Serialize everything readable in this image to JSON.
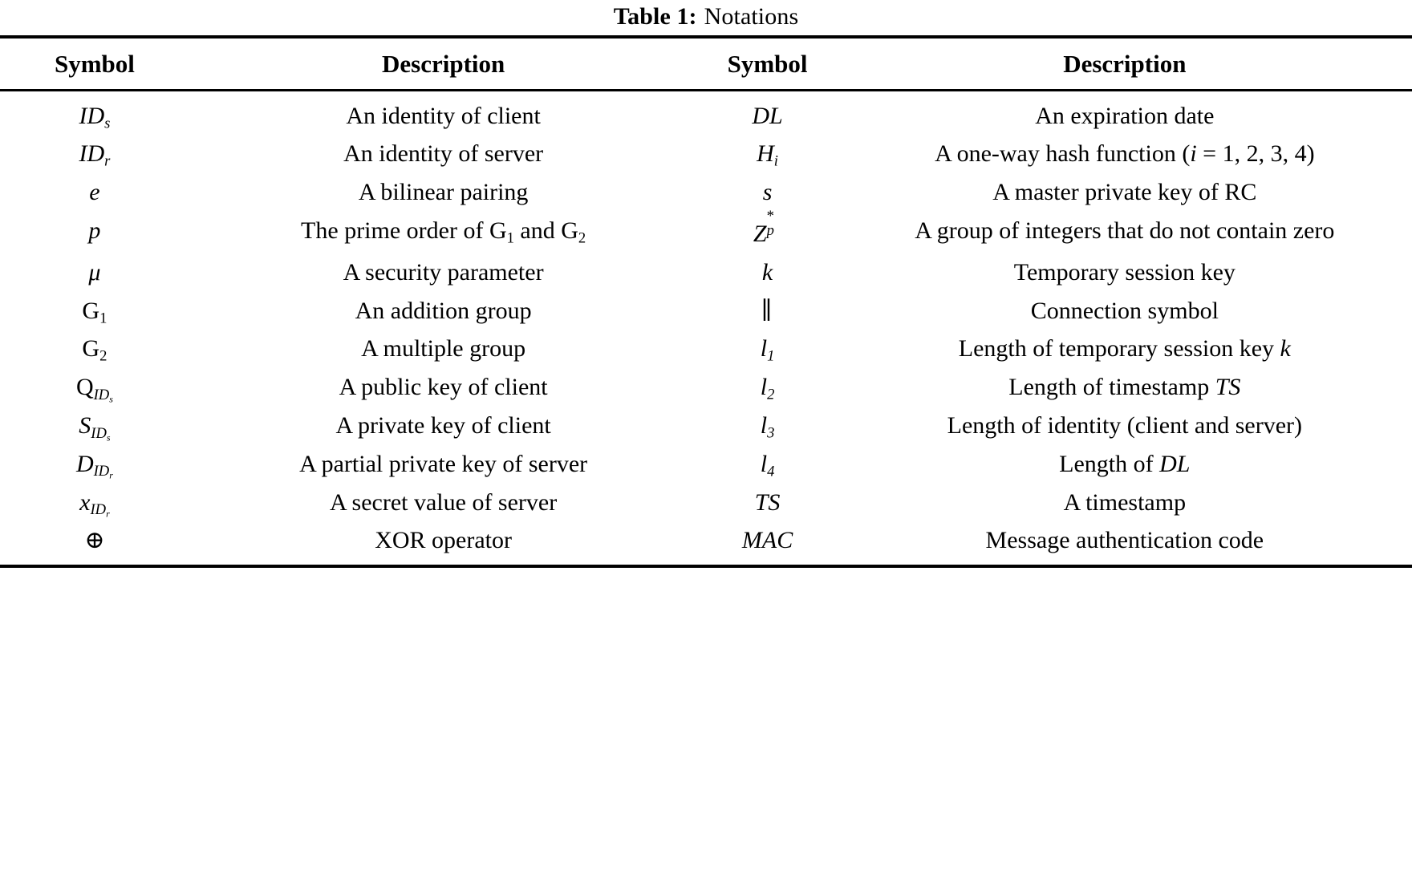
{
  "caption": {
    "label": "Table 1:",
    "text": "Notations"
  },
  "columns": [
    "Symbol",
    "Description",
    "Symbol",
    "Description"
  ],
  "rows": [
    {
      "symbol_left_html": "<span class=\"mi\">ID<sub>s</sub></span>",
      "symbol_left_text": "ID_s",
      "description_left": "An identity of client",
      "symbol_right_html": "<span class=\"mi\">DL</span>",
      "symbol_right_text": "DL",
      "description_right": "An expiration date"
    },
    {
      "symbol_left_html": "<span class=\"mi\">ID<sub>r</sub></span>",
      "symbol_left_text": "ID_r",
      "description_left": "An identity of server",
      "symbol_right_html": "<span class=\"mi\">H<sub>i</sub></span>",
      "symbol_right_text": "H_i",
      "description_right": "A one-way hash function (i = 1, 2, 3, 4)"
    },
    {
      "symbol_left_html": "<span class=\"mi\">e</span>",
      "symbol_left_text": "e",
      "description_left": "A bilinear pairing",
      "symbol_right_html": "<span class=\"mi\">s</span>",
      "symbol_right_text": "s",
      "description_right": "A master private key of RC"
    },
    {
      "symbol_left_html": "<span class=\"mi\">p</span>",
      "symbol_left_text": "p",
      "description_left": "The prime order of G<sub>1</sub> and G<sub>2</sub>",
      "symbol_right_html": "<span class=\"stack\"><span class=\"base mi\">Z</span><span class=\"scripts\"><span class=\"sp\">*</span><span class=\"sb\">p</span></span></span>",
      "symbol_right_text": "Z*_p",
      "description_right": "A group of integers that do not contain zero"
    },
    {
      "symbol_left_html": "<span class=\"mi\">&#956;</span>",
      "symbol_left_text": "μ",
      "description_left": "A security parameter",
      "symbol_right_html": "<span class=\"mi\">k</span>",
      "symbol_right_text": "k",
      "description_right": "Temporary session key"
    },
    {
      "symbol_left_html": "<span class=\"mup\">G<sub>1</sub></span>",
      "symbol_left_text": "G_1",
      "description_left": "An addition group",
      "symbol_right_html": "<span class=\"par\">&#8741;</span>",
      "symbol_right_text": "||",
      "description_right": "Connection symbol"
    },
    {
      "symbol_left_html": "<span class=\"mup\">G<sub>2</sub></span>",
      "symbol_left_text": "G_2",
      "description_left": "A multiple group",
      "symbol_right_html": "<span class=\"mi\">l<sub>1</sub></span>",
      "symbol_right_text": "l_1",
      "description_right": "Length of temporary session key k"
    },
    {
      "symbol_left_html": "<span class=\"mup\">Q</span><sub class=\"mi\">ID<sub class=\"subsub\">s</sub></sub>",
      "symbol_left_text": "Q_IDs",
      "description_left": "A public key of client",
      "symbol_right_html": "<span class=\"mi\">l<sub>2</sub></span>",
      "symbol_right_text": "l_2",
      "description_right": "Length of timestamp TS"
    },
    {
      "symbol_left_html": "<span class=\"mi\">S</span><sub class=\"mi\">ID<sub class=\"subsub\">s</sub></sub>",
      "symbol_left_text": "S_IDs",
      "description_left": "A private key of client",
      "symbol_right_html": "<span class=\"mi\">l<sub>3</sub></span>",
      "symbol_right_text": "l_3",
      "description_right": "Length of identity (client and server)"
    },
    {
      "symbol_left_html": "<span class=\"mi\">D</span><sub class=\"mi\">ID<sub class=\"subsub\">r</sub></sub>",
      "symbol_left_text": "D_IDr",
      "description_left": "A partial private key of server",
      "symbol_right_html": "<span class=\"mi\">l<sub>4</sub></span>",
      "symbol_right_text": "l_4",
      "description_right": "Length of DL"
    },
    {
      "symbol_left_html": "<span class=\"mi\">x</span><sub class=\"mi\">ID<sub class=\"subsub\">r</sub></sub>",
      "symbol_left_text": "x_IDr",
      "description_left": "A secret value of server",
      "symbol_right_html": "<span class=\"mi\">TS</span>",
      "symbol_right_text": "TS",
      "description_right": "A timestamp"
    },
    {
      "symbol_left_html": "<span class=\"xor\">&#8853;</span>",
      "symbol_left_text": "⊕",
      "description_left": "XOR operator",
      "symbol_right_html": "<span class=\"mi\">MAC</span>",
      "symbol_right_text": "MAC",
      "description_right": "Message authentication code"
    }
  ],
  "style": {
    "text_color": "#000000",
    "background": "#ffffff",
    "rule_color": "#000000"
  }
}
